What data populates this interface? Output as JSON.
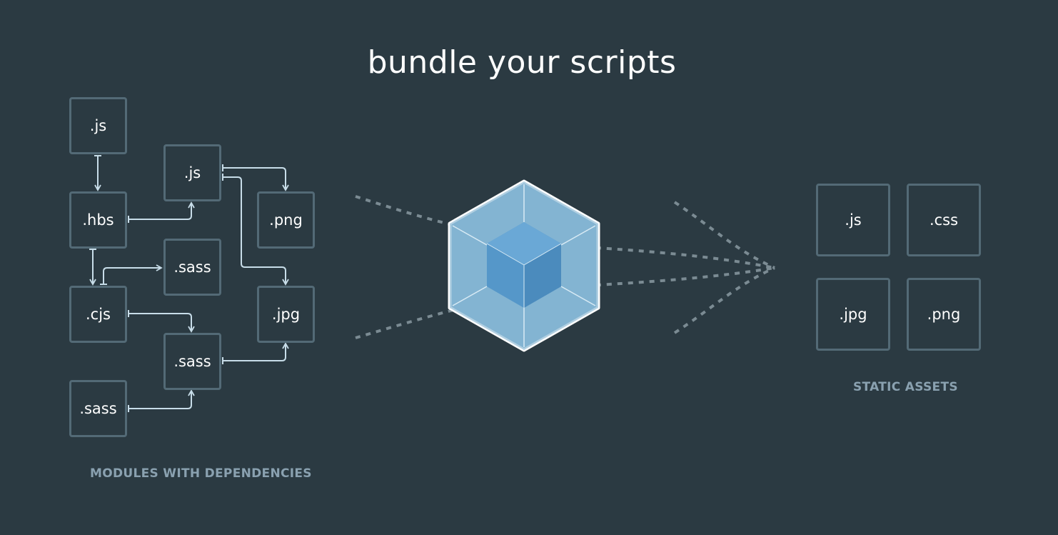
{
  "title": "bundle your scripts",
  "modules": {
    "js_top": ".js",
    "hbs": ".hbs",
    "js_mid": ".js",
    "png": ".png",
    "sass_mid": ".sass",
    "cjs": ".cjs",
    "jpg": ".jpg",
    "sass_low": ".sass",
    "sass_bottom": ".sass"
  },
  "modules_caption": "MODULES WITH DEPENDENCIES",
  "assets": {
    "js": ".js",
    "css": ".css",
    "jpg": ".jpg",
    "png": ".png"
  },
  "assets_caption": "STATIC ASSETS",
  "colors": {
    "background": "#2b3a42",
    "box_border": "#536a76",
    "arrow": "#c8dde9",
    "dashed": "#7b8b93",
    "cube_outer": "#8ab9d6",
    "cube_inner": "#5597c9",
    "caption": "#8aa1b0"
  },
  "icons": {
    "center": "webpack-cube-icon"
  }
}
